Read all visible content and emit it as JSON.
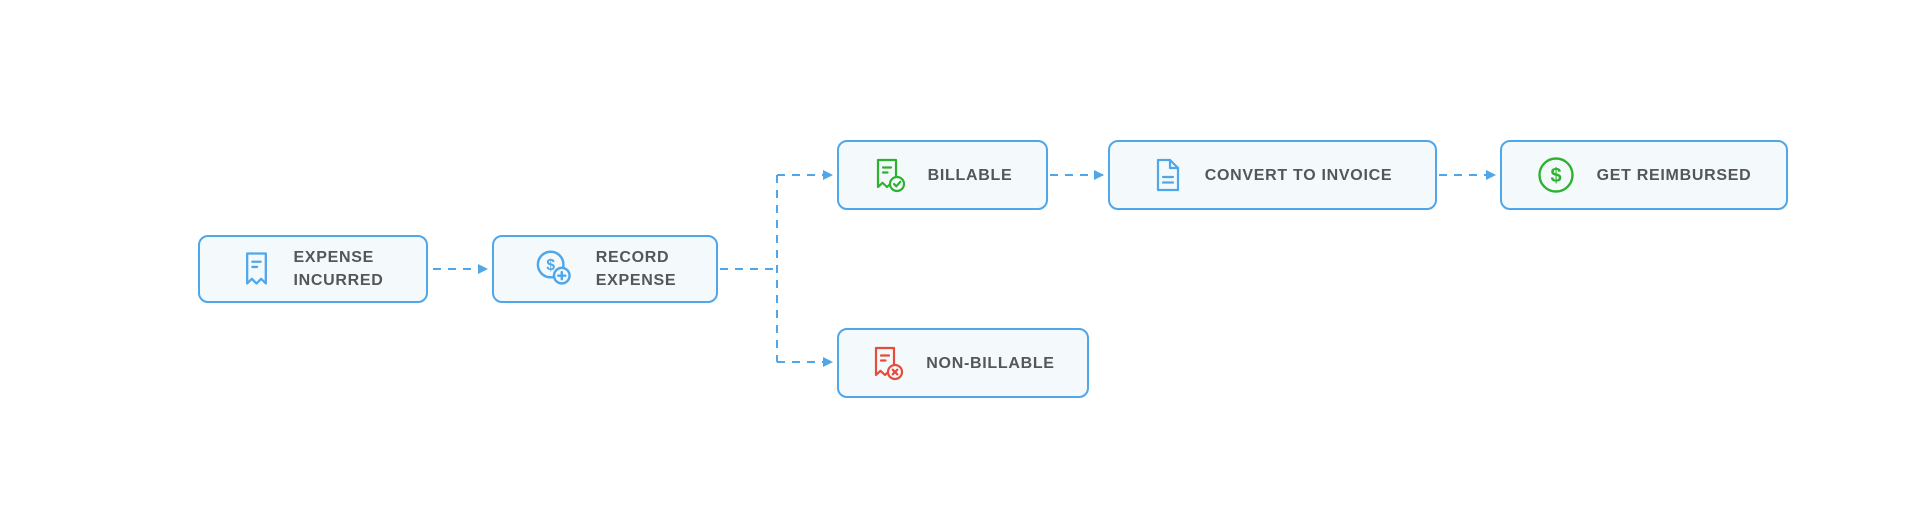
{
  "diagram": {
    "background_color": "#ffffff",
    "colors": {
      "node_border": "#4FA7EA",
      "node_fill": "#F4F9FC",
      "connector": "#4FA7EA",
      "label_text": "#54565A",
      "blue": "#4FA7EA",
      "green": "#2DB230",
      "red": "#E74B3C"
    },
    "nodes": [
      {
        "id": "expense-incurred",
        "label": "EXPENSE\nINCURRED",
        "icon": "receipt-icon",
        "icon_color": "#4FA7EA"
      },
      {
        "id": "record-expense",
        "label": "RECORD\nEXPENSE",
        "icon": "add-expense-icon",
        "icon_color": "#4FA7EA"
      },
      {
        "id": "billable",
        "label": "BILLABLE",
        "icon": "receipt-check-icon",
        "icon_color": "#2DB230"
      },
      {
        "id": "convert-to-invoice",
        "label": "CONVERT TO INVOICE",
        "icon": "invoice-document-icon",
        "icon_color": "#4FA7EA"
      },
      {
        "id": "get-reimbursed",
        "label": "GET REIMBURSED",
        "icon": "dollar-circle-icon",
        "icon_color": "#2DB230"
      },
      {
        "id": "non-billable",
        "label": "NON-BILLABLE",
        "icon": "receipt-cross-icon",
        "icon_color": "#E74B3C"
      }
    ],
    "edges": [
      {
        "from": "expense-incurred",
        "to": "record-expense",
        "style": "dashed-arrow"
      },
      {
        "from": "record-expense",
        "to": "billable",
        "style": "dashed-arrow"
      },
      {
        "from": "record-expense",
        "to": "non-billable",
        "style": "dashed-arrow"
      },
      {
        "from": "billable",
        "to": "convert-to-invoice",
        "style": "dashed-arrow"
      },
      {
        "from": "convert-to-invoice",
        "to": "get-reimbursed",
        "style": "dashed-arrow"
      }
    ]
  }
}
